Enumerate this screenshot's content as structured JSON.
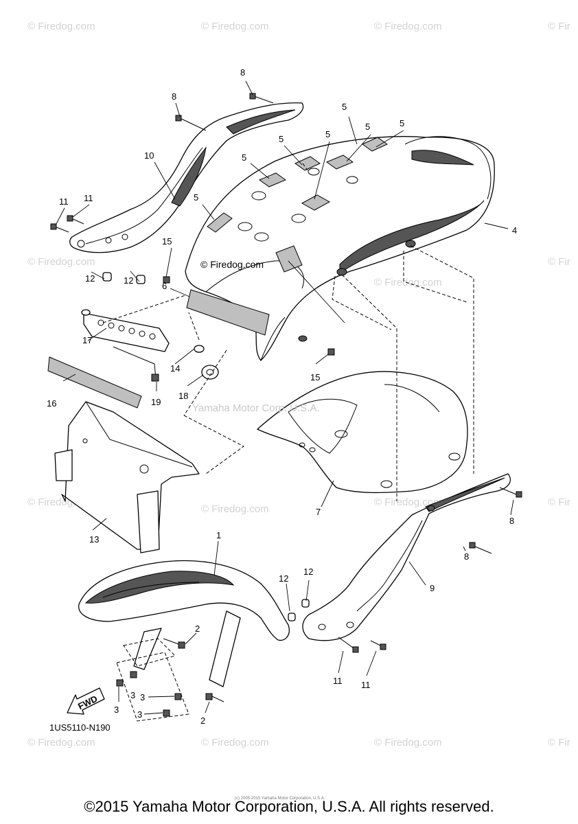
{
  "watermarks": {
    "text": "© Firedog.com",
    "cut_text": "© Fir",
    "center_text": "© Firedog.com",
    "yamaha_text": "Yamaha Motor Corp. U.S.A."
  },
  "callouts": [
    "8",
    "8",
    "8",
    "8",
    "10",
    "11",
    "11",
    "11",
    "11",
    "12",
    "12",
    "12",
    "12",
    "15",
    "15",
    "6",
    "17",
    "14",
    "18",
    "16",
    "19",
    "13",
    "5",
    "5",
    "5",
    "5",
    "5",
    "5",
    "5",
    "4",
    "7",
    "1",
    "9",
    "2",
    "2",
    "3",
    "3",
    "3",
    "3"
  ],
  "fwd_label": "FWD",
  "part_code": "1US5110-N190",
  "micro_credit": "(c) 2005-2015 Yamaha Motor Corporation, U.S.A.",
  "copyright": "©2015 Yamaha Motor Corporation, U.S.A. All rights reserved.",
  "colors": {
    "ink": "#000000",
    "watermark": "#d2d2d2",
    "shade": "#bfbfbf"
  }
}
